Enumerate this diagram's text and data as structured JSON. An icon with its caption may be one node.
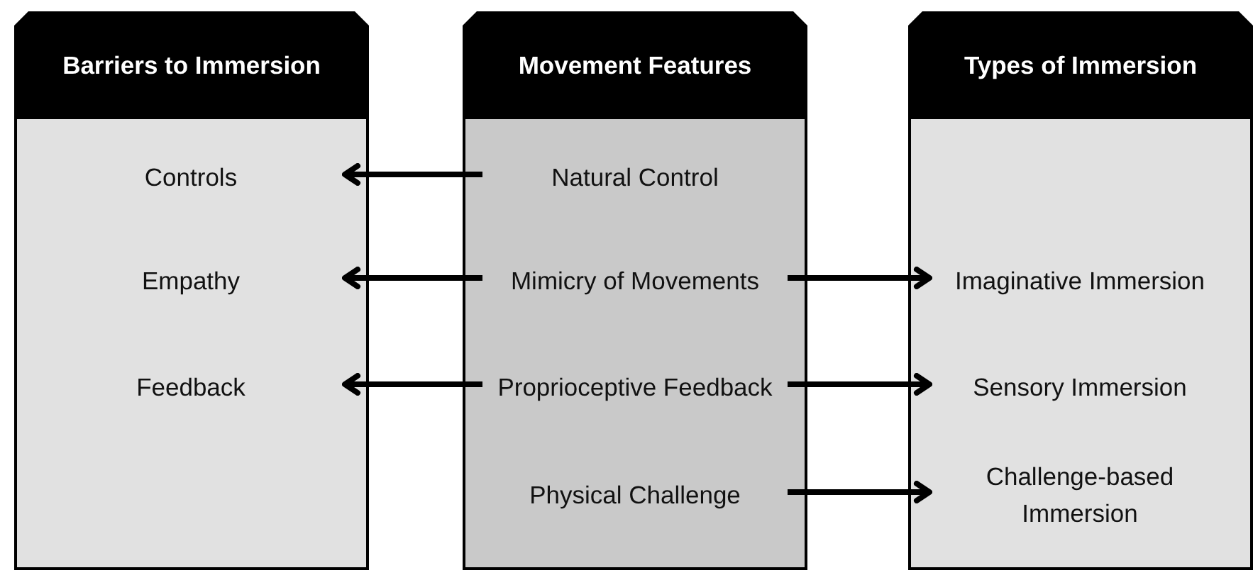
{
  "diagram": {
    "nodes": [
      {
        "text": [
          "Barriers to Immersion"
        ]
      },
      {
        "text": [
          "Controls"
        ],
        "in": 0
      },
      {
        "text": [
          "Empathy"
        ],
        "in": 0
      },
      {
        "text": [
          "Feedback"
        ],
        "in": 0
      },
      {
        "text": [
          "Movement Features"
        ]
      },
      {
        "text": [
          "Natural Control"
        ],
        "in": 4
      },
      {
        "text": [
          "Mimicry of Movements"
        ],
        "in": 4
      },
      {
        "text": [
          "Proprioceptive Feedback"
        ],
        "in": 4
      },
      {
        "text": [
          "Physical Challenge"
        ],
        "in": 4
      },
      {
        "text": [
          "Types of Immersion"
        ]
      },
      {
        "text": [
          "Imaginative Immersion"
        ],
        "in": 9
      },
      {
        "text": [
          "Sensory Immersion"
        ],
        "in": 9
      },
      {
        "text": [
          "Challenge-based Immersion"
        ],
        "in": 9
      }
    ],
    "edges": [
      {
        "from": 5,
        "to": 1,
        "arrow": "to"
      },
      {
        "from": 6,
        "to": 2,
        "arrow": "to"
      },
      {
        "from": 7,
        "to": 3,
        "arrow": "to"
      },
      {
        "from": 6,
        "to": 10,
        "arrow": "to"
      },
      {
        "from": 7,
        "to": 11,
        "arrow": "to"
      },
      {
        "from": 8,
        "to": 12,
        "arrow": "to"
      }
    ]
  }
}
